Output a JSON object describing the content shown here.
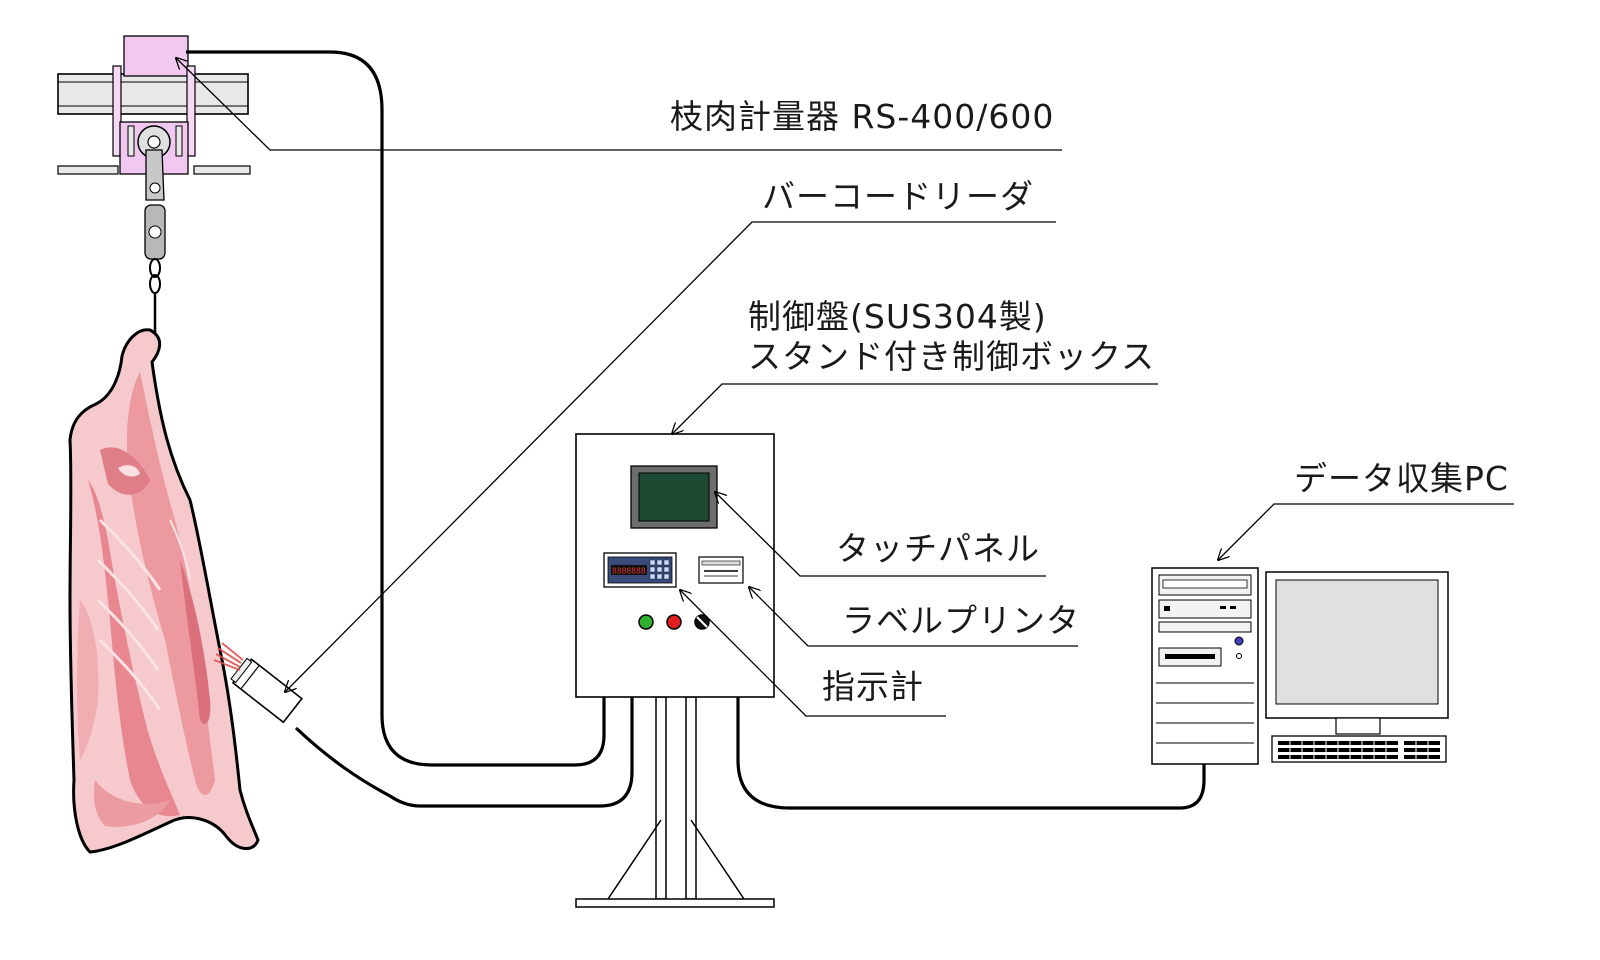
{
  "labels": {
    "carcass_scale": "枝肉計量器 RS-400/600",
    "barcode_reader": "バーコードリーダ",
    "control_panel_line1": "制御盤(SUS304製)",
    "control_panel_line2": "スタンド付き制御ボックス",
    "data_pc": "データ収集PC",
    "touch_panel": "タッチパネル",
    "label_printer": "ラベルプリンタ",
    "indicator": "指示計"
  },
  "indicator_display": "8888888",
  "colors": {
    "line": "#000000",
    "meat_light": "#f8cfd0",
    "meat_mid": "#eea0a5",
    "meat_dark": "#d9707a",
    "hanger_load_cell": "#f0c8f0",
    "screen": "#1e4a34",
    "indicator_digits": "#e03030",
    "button_green": "#30b030",
    "button_red": "#e02020",
    "button_knob": "#000000",
    "pc_screen": "#e0e0e0"
  },
  "icons": {
    "carcass": "hanging-carcass-icon",
    "scale": "overhead-rail-scale-icon",
    "scanner": "barcode-scanner-icon",
    "pc": "desktop-pc-icon"
  }
}
